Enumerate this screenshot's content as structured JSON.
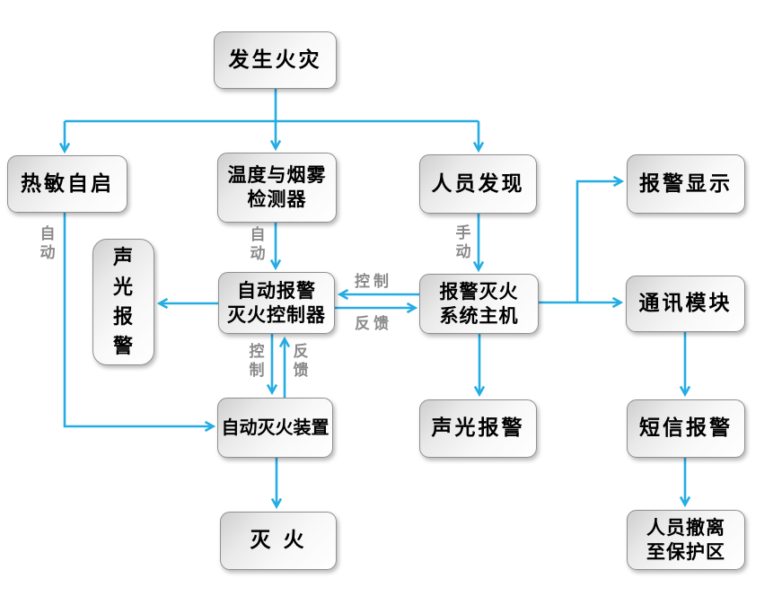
{
  "diagram": {
    "colors": {
      "arrow": "#25ACE3",
      "edge_label": "#8A8A8A",
      "node_border": "#8F8F8F",
      "node_text": "#000000",
      "bg": "#FFFFFF"
    },
    "nodes": {
      "fire": {
        "label": "发生火灾"
      },
      "thermal": {
        "label": "热敏自启"
      },
      "detector": {
        "label": "温度与烟雾\n检测器"
      },
      "personnel": {
        "label": "人员发现"
      },
      "alarm_display": {
        "label": "报警显示"
      },
      "sound_light_side": {
        "label": "声\n光\n报\n警"
      },
      "controller": {
        "label": "自动报警\n灭火控制器"
      },
      "host": {
        "label": "报警灭火\n系统主机"
      },
      "comm": {
        "label": "通讯模块"
      },
      "auto_extinguisher": {
        "label": "自动灭火装置"
      },
      "sound_light": {
        "label": "声光报警"
      },
      "sms": {
        "label": "短信报警"
      },
      "extinguish": {
        "label": "灭 火"
      },
      "evacuate": {
        "label": "人员撤离\n至保护区"
      }
    },
    "edge_labels": {
      "auto_left": "自\n动",
      "auto_mid": "自\n动",
      "manual": "手\n动",
      "control_h": "控制",
      "feedback_h": "反馈",
      "control_v": "控\n制",
      "feedback_v": "反\n馈"
    }
  }
}
